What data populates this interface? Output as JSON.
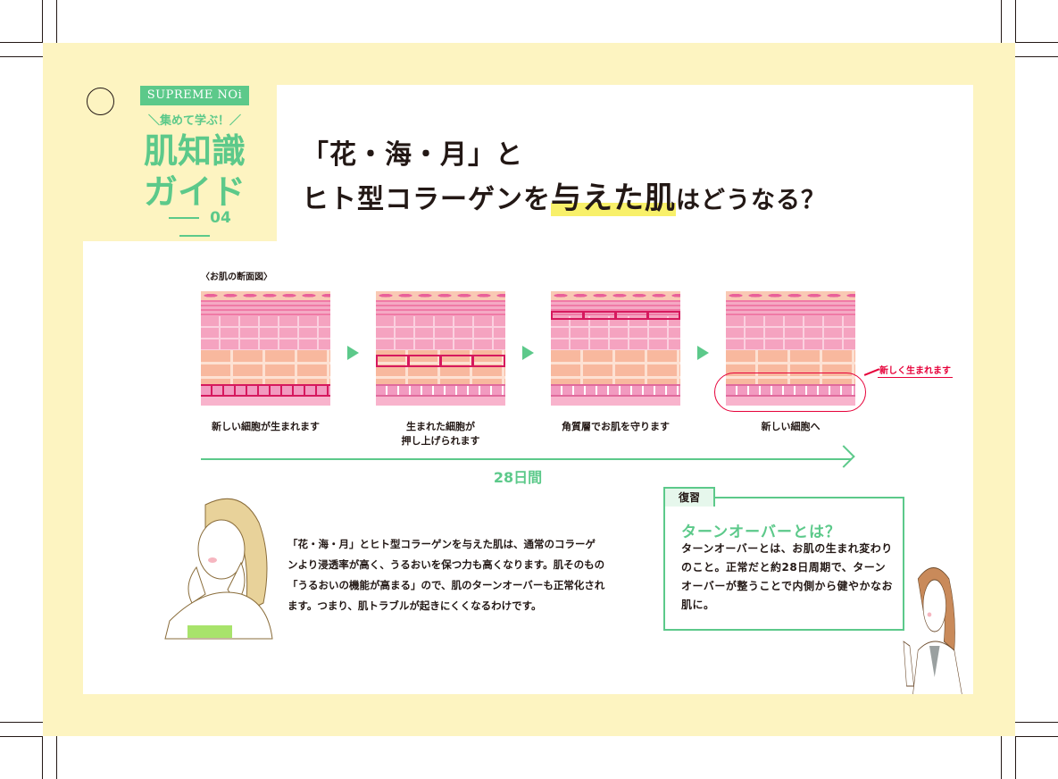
{
  "brand": "SUPREME NOi",
  "series_sub": "＼集めて学ぶ！／",
  "series_title_1": "肌知識",
  "series_title_2": "ガイド",
  "issue": "04",
  "headline": {
    "line1": "「花・海・月」と",
    "line2_a": "ヒト型コラーゲンを",
    "line2_hl": "与えた肌",
    "line2_b": "はどうなる？"
  },
  "diagram": {
    "label": "〈お肌の断面図〉",
    "steps": [
      {
        "caption": "新しい細胞が生まれます"
      },
      {
        "caption": "生まれた細胞が\n押し上げられます"
      },
      {
        "caption": "角質層でお肌を守ります"
      },
      {
        "caption": "新しい細胞へ"
      }
    ],
    "callout": "新しく生まれます",
    "period": "28日間"
  },
  "body_text": "「花・海・月」とヒト型コラーゲンを与えた肌は、通常のコラーゲンより浸透率が高く、うるおいを保つ力も高くなります。肌そのもの「うるおいの機能が高まる」ので、肌のターンオーバーも正常化されます。つまり、肌トラブルが起きにくくなるわけです。",
  "review": {
    "tab": "復習",
    "heading": "ターンオーバーとは？",
    "text": "ターンオーバーとは、お肌の生まれ変わりのこと。正常だと約28日周期で、ターンオーバーが整うことで内側から健やかなお肌に。"
  },
  "colors": {
    "green": "#5cc98a",
    "yellow": "#fdf4c1",
    "red": "#e60039",
    "pink": "#f5a3c0"
  }
}
